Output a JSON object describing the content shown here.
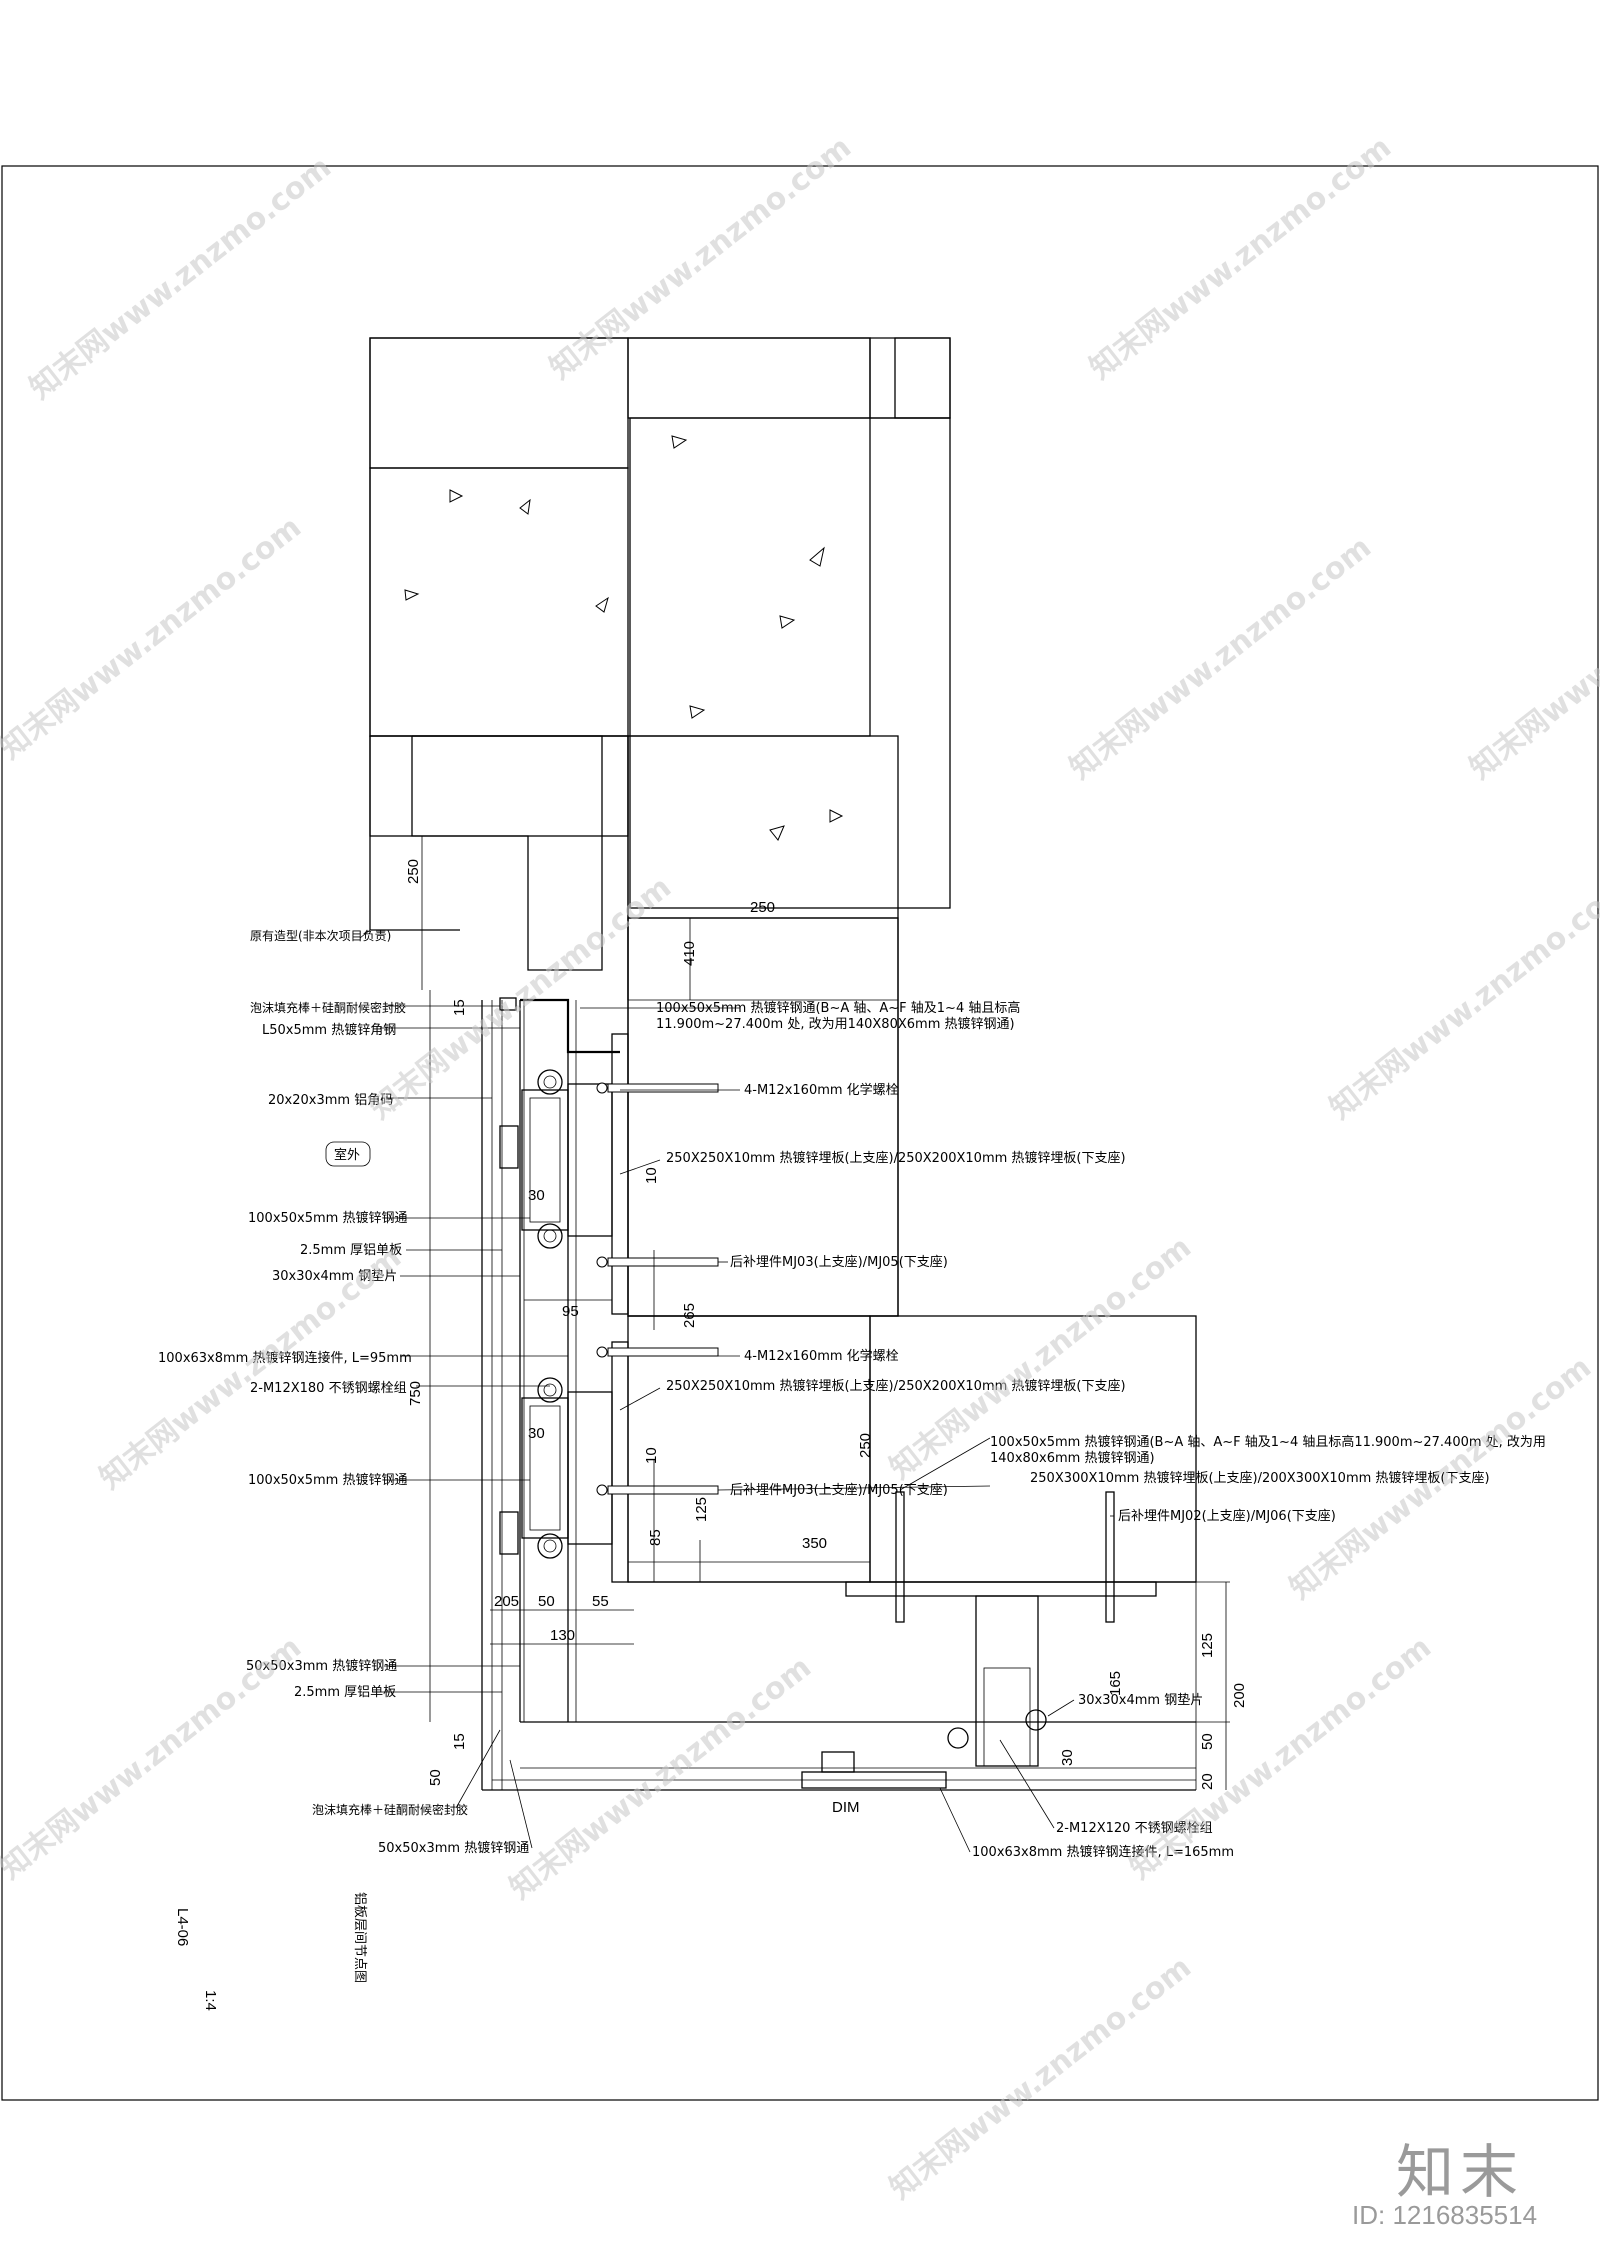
{
  "labels": {
    "existing_structure": "原有造型(非本次项目负责)",
    "foam_rod_top": "泡沫填充棒＋硅酮耐候密封胶",
    "angle_steel": "L50x5mm 热镀锌角钢",
    "alu_corner": "20x20x3mm 铝角码",
    "outdoor": "室外",
    "channel_1": "100x50x5mm 热镀锌钢通",
    "alu_panel_1": "2.5mm 厚铝单板",
    "shim_1": "30x30x4mm 钢垫片",
    "connector_95": "100x63x8mm 热镀锌钢连接件, L=95mm",
    "bolt_180": "2-M12X180 不锈钢螺栓组",
    "channel_2": "100x50x5mm 热镀锌钢通",
    "channel_50": "50x50x3mm 热镀锌钢通",
    "alu_panel_2": "2.5mm 厚铝单板",
    "foam_rod_bottom": "泡沫填充棒＋硅酮耐候密封胶",
    "channel_50_bottom": "50x50x3mm 热镀锌钢通",
    "r_channel_top_1": "100x50x5mm 热镀锌钢通(B~A 轴、A~F 轴及1~4 轴且标高",
    "r_channel_top_2": "11.900m~27.400m 处, 改为用140X80X6mm 热镀锌钢通)",
    "r_anchor_1": "4-M12x160mm 化学螺栓",
    "r_plate_1": "250X250X10mm 热镀锌埋板(上支座)/250X200X10mm 热镀锌埋板(下支座)",
    "r_embed_1": "后补埋件MJ03(上支座)/MJ05(下支座)",
    "r_anchor_2": "4-M12x160mm 化学螺栓",
    "r_plate_2": "250X250X10mm 热镀锌埋板(上支座)/250X200X10mm 热镀锌埋板(下支座)",
    "r_channel_mid_1": "100x50x5mm 热镀锌钢通(B~A 轴、A~F 轴及1~4 轴且标高11.900m~27.400m 处, 改为用",
    "r_channel_mid_2": "140x80x6mm 热镀锌钢通)",
    "r_plate_3": "250X300X10mm 热镀锌埋板(上支座)/200X300X10mm 热镀锌埋板(下支座)",
    "r_embed_2": "后补埋件MJ03(上支座)/MJ05(下支座)",
    "r_embed_3": "后补埋件MJ02(上支座)/MJ06(下支座)",
    "r_shim": "30x30x4mm 钢垫片",
    "r_bolt_120": "2-M12X120 不锈钢螺栓组",
    "r_connector_165": "100x63x8mm 热镀锌钢连接件, L=165mm",
    "dim_label": "DIM"
  },
  "dimensions": {
    "d250_top": "250",
    "d15_top": "15",
    "d410": "410",
    "d250_h": "250",
    "d30_a": "30",
    "d10_a": "10",
    "d95": "95",
    "d265": "265",
    "d750": "750",
    "d30_b": "30",
    "d10_b": "10",
    "d250_v": "250",
    "d85": "85",
    "d125_a": "125",
    "d350": "350",
    "d205": "205",
    "d50_a": "50",
    "d55": "55",
    "d130": "130",
    "d165": "165",
    "d125_b": "125",
    "d200": "200",
    "d50_b": "50",
    "d20": "20",
    "d30_c": "30",
    "d15_bottom": "15",
    "d50_c": "50"
  },
  "title_block": {
    "drawing_title": "铝板层间节点图",
    "drawing_no": "L4-06",
    "scale": "1:4"
  },
  "watermark": {
    "text": "知末网www.znzmo.com",
    "brand": "知末",
    "id": "ID: 1216835514"
  }
}
